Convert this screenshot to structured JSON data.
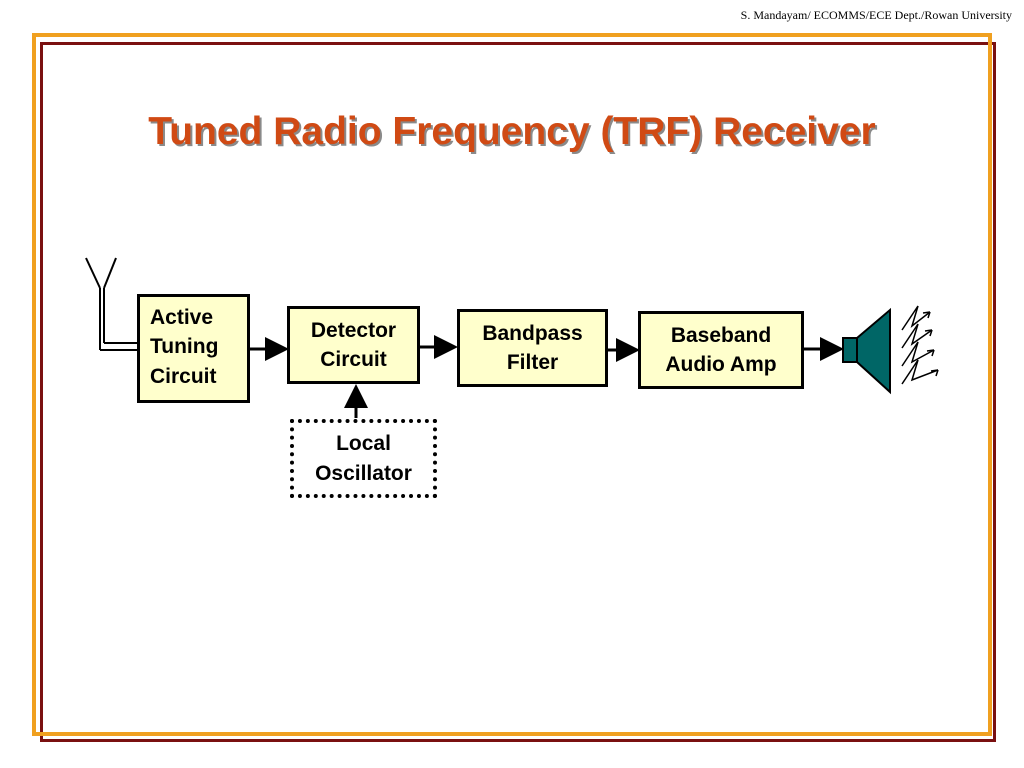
{
  "credit": "S. Mandayam/ ECOMMS/ECE Dept./Rowan University",
  "title": "Tuned Radio Frequency (TRF) Receiver",
  "blocks": {
    "active_tuning": "Active\nTuning\nCircuit",
    "detector": "Detector\nCircuit",
    "bandpass": "Bandpass\nFilter",
    "baseband": "Baseband\nAudio Amp",
    "local_oscillator": "Local\nOscillator"
  },
  "colors": {
    "title": "#d04a14",
    "block_fill": "#ffffcc",
    "speaker": "#006666",
    "frame_outer": "#f0a020",
    "frame_shadow": "#7a1010"
  },
  "icons": [
    "antenna-icon",
    "speaker-icon",
    "sound-waves-icon"
  ]
}
